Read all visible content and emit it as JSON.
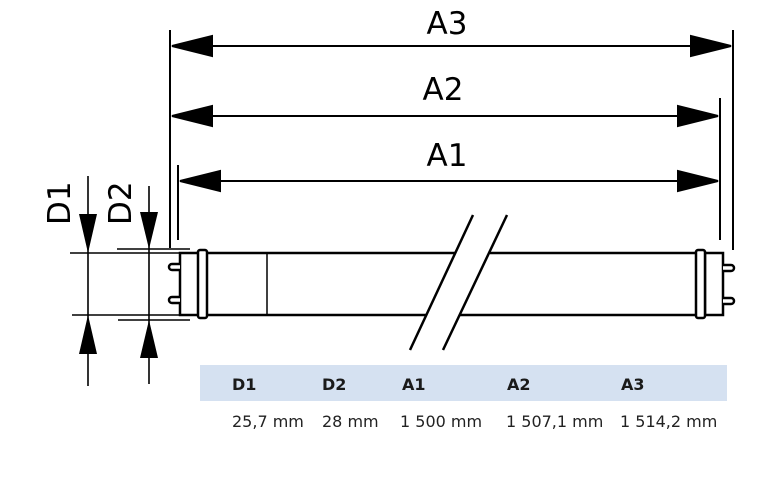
{
  "diagram": {
    "labels": {
      "a1": "A1",
      "a2": "A2",
      "a3": "A3",
      "d1": "D1",
      "d2": "D2"
    }
  },
  "table": {
    "headers": [
      "D1",
      "D2",
      "A1",
      "A2",
      "A3"
    ],
    "values": [
      "25,7 mm",
      "28 mm",
      "1 500 mm",
      "1 507,1 mm",
      "1 514,2 mm"
    ]
  },
  "colors": {
    "header_bg": "#d5e1f1",
    "line": "#000000"
  }
}
